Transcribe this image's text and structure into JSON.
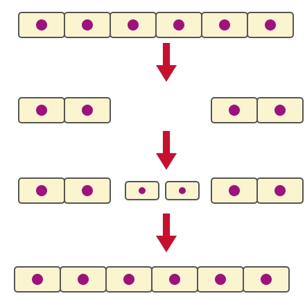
{
  "diagram": {
    "stages": [
      {
        "id": "intact",
        "groups": [
          {
            "cells": 6,
            "size": "full"
          }
        ]
      },
      {
        "id": "wounded",
        "groups": [
          {
            "cells": 2,
            "size": "full"
          },
          {
            "cells": 2,
            "size": "full"
          }
        ]
      },
      {
        "id": "dividing",
        "groups": [
          {
            "cells": 2,
            "size": "full"
          },
          {
            "cells": 2,
            "size": "small"
          },
          {
            "cells": 2,
            "size": "full"
          }
        ]
      },
      {
        "id": "repaired",
        "groups": [
          {
            "cells": 6,
            "size": "full"
          }
        ]
      }
    ],
    "arrows": 3,
    "colors": {
      "cytoplasm": "#fbf5cf",
      "membrane": "#555555",
      "nucleus": "#a0117f",
      "arrow": "#c8102e"
    },
    "icons": {
      "cell": "cell-icon",
      "nucleus": "nucleus-icon",
      "arrow": "down-arrow-icon"
    }
  }
}
